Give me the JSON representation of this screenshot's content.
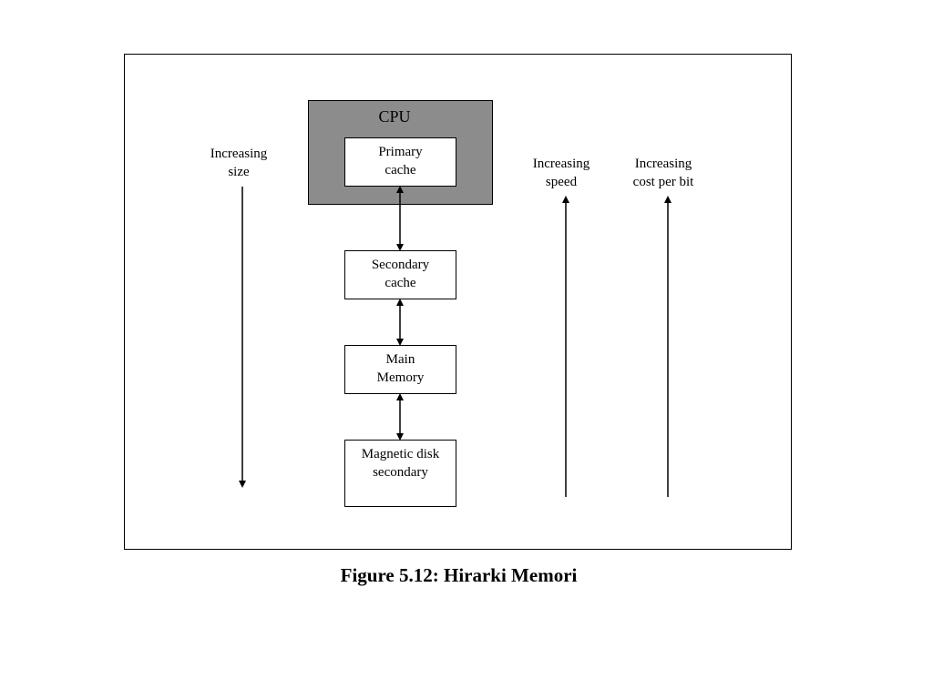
{
  "diagram": {
    "cpu_label": "CPU",
    "levels": [
      {
        "line1": "Primary",
        "line2": "cache"
      },
      {
        "line1": "Secondary",
        "line2": "cache"
      },
      {
        "line1": "Main",
        "line2": "Memory"
      },
      {
        "line1": "Magnetic disk",
        "line2": "secondary"
      }
    ],
    "side_labels": {
      "size": {
        "line1": "Increasing",
        "line2": "size"
      },
      "speed": {
        "line1": "Increasing",
        "line2": "speed"
      },
      "cost": {
        "line1": "Increasing",
        "line2": "cost per bit"
      }
    }
  },
  "caption": "Figure 5.12: Hirarki Memori"
}
